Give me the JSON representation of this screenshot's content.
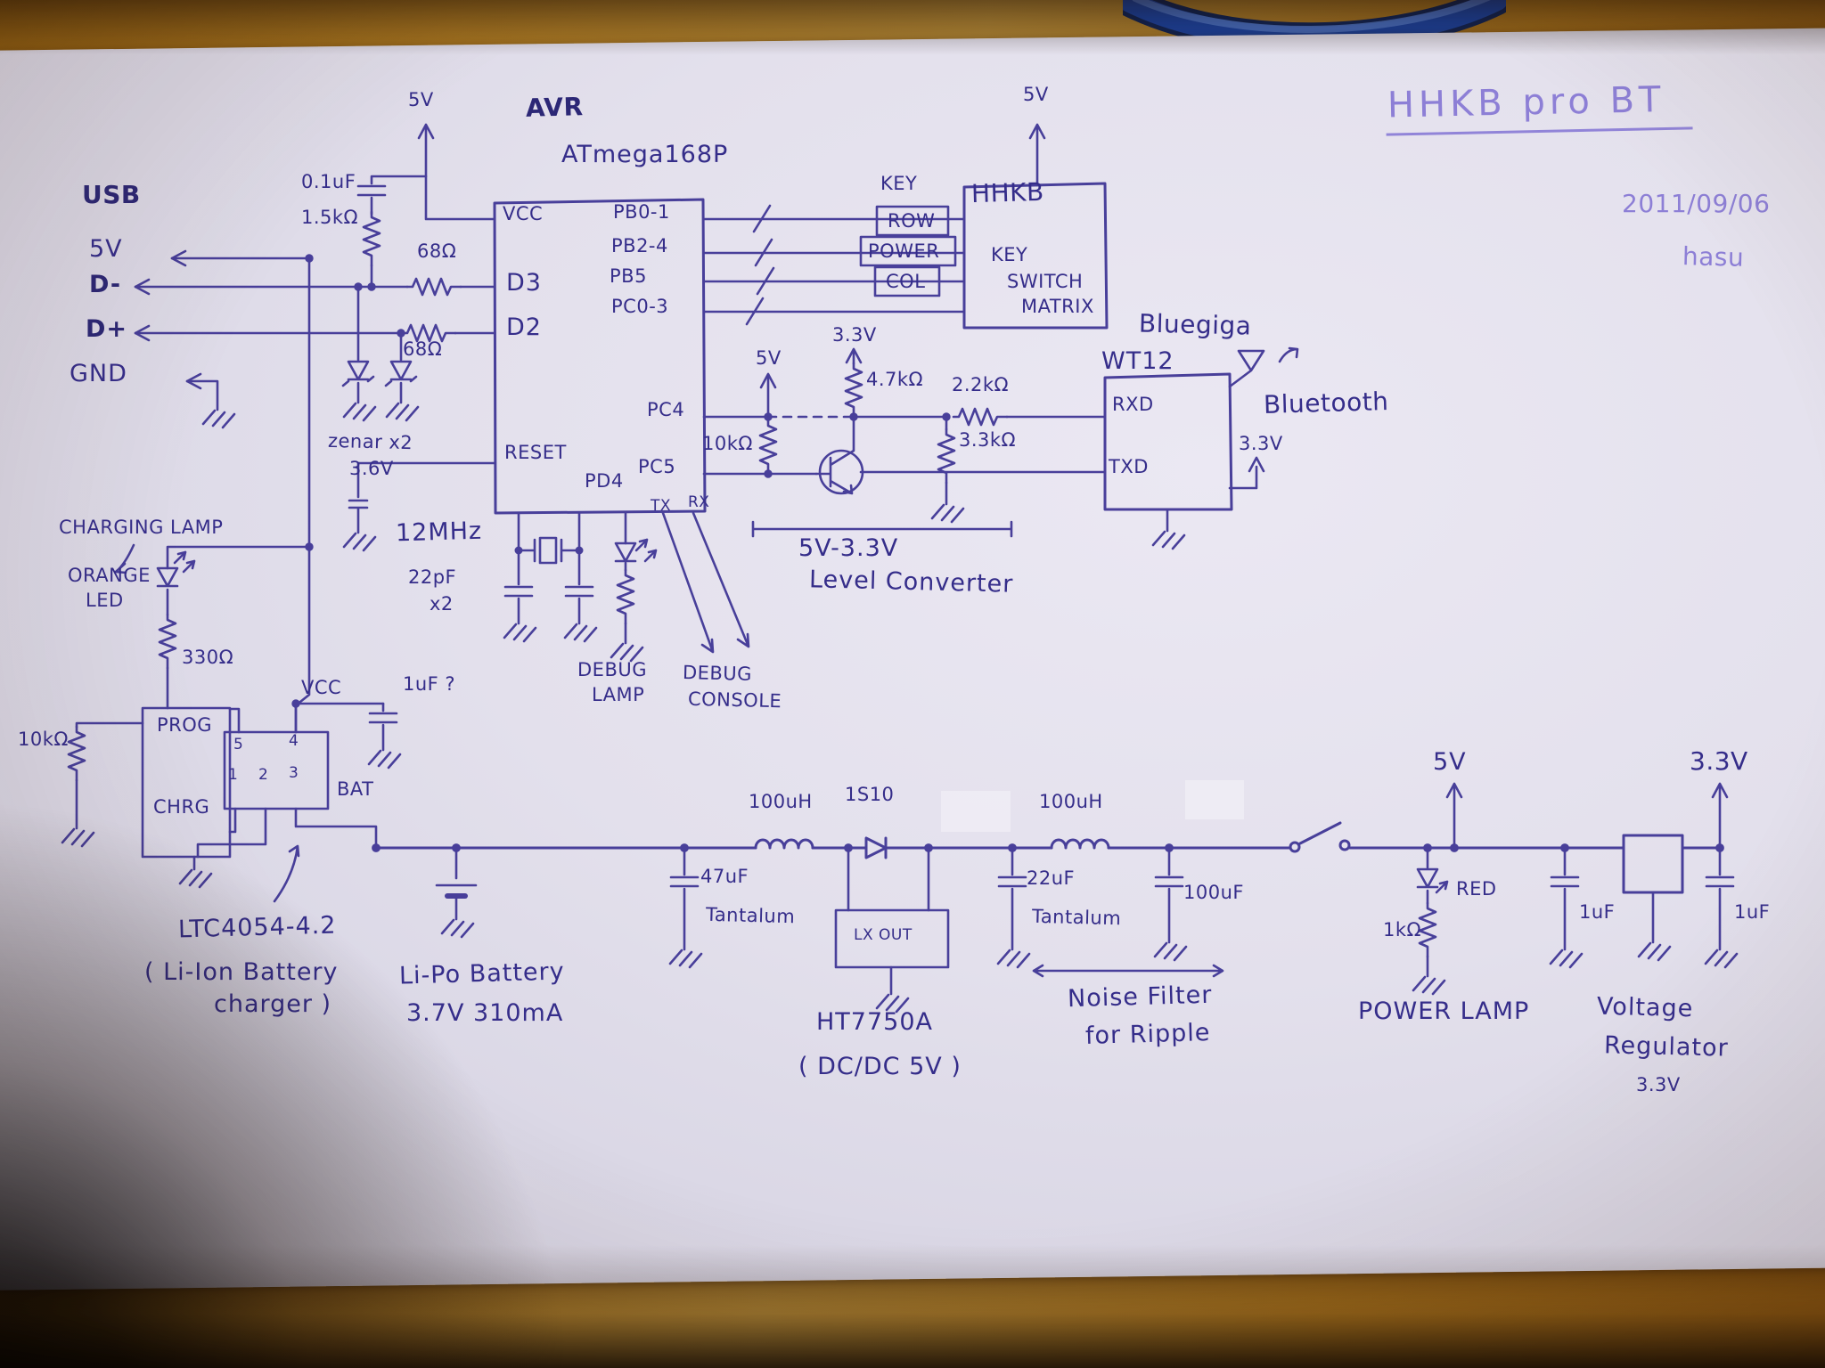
{
  "header": {
    "title": "HHKB pro BT",
    "date": "2011/09/06",
    "author": "hasu"
  },
  "usb": {
    "title": "USB",
    "v5": "5V",
    "dminus": "D-",
    "dplus": "D+",
    "gnd": "GND",
    "cap": "0.1uF",
    "pullup": "1.5kΩ",
    "r1": "68Ω",
    "r2": "68Ω",
    "zener": "zenar x2",
    "zenerv": "3.6V"
  },
  "avr": {
    "title": "AVR",
    "part": "ATmega168P",
    "v5": "5V",
    "vcc": "VCC",
    "pb01": "PB0-1",
    "pb24": "PB2-4",
    "pb5": "PB5",
    "pc03": "PC0-3",
    "d3": "D3",
    "d2": "D2",
    "reset": "RESET",
    "pd4": "PD4",
    "pc5": "PC5",
    "pc4": "PC4",
    "xtal": "12MHz",
    "xcap": "22pF",
    "xcapx": "x2"
  },
  "hhkb": {
    "v5": "5V",
    "title": "HHKB",
    "key1": "KEY",
    "row": "ROW",
    "power": "POWER",
    "col": "COL",
    "key2": "KEY",
    "switch": "SWITCH",
    "matrix": "MATRIX"
  },
  "lvl": {
    "v5": "5V",
    "v33": "3.3V",
    "r47": "4.7kΩ",
    "r22": "2.2kΩ",
    "r33": "3.3kΩ",
    "r10": "10kΩ",
    "span": "5V-3.3V",
    "name": "Level Converter"
  },
  "bt": {
    "brand": "Bluegiga",
    "part": "WT12",
    "rxd": "RXD",
    "txd": "TXD",
    "bluetooth": "Bluetooth",
    "v33": "3.3V"
  },
  "debug": {
    "tx": "TX",
    "rx": "RX",
    "lamp1": "DEBUG",
    "lamp2": "LAMP",
    "con1": "DEBUG",
    "con2": "CONSOLE"
  },
  "charger": {
    "lamp": "CHARGING LAMP",
    "orange": "ORANGE",
    "led": "LED",
    "r330": "330Ω",
    "r10k": "10kΩ",
    "prog": "PROG",
    "chrg": "CHRG",
    "vcc": "VCC",
    "bat": "BAT",
    "cap": "1uF ?",
    "p5": "5",
    "p4": "4",
    "p1": "1",
    "p2": "2",
    "p3": "3",
    "part": "LTC4054-4.2",
    "desc1": "( Li-Ion Battery",
    "desc2": "charger )"
  },
  "battery": {
    "name": "Li-Po Battery",
    "spec": "3.7V 310mA"
  },
  "dcdc": {
    "l1": "100uH",
    "d1": "1S10",
    "l2": "100uH",
    "c47": "47uF",
    "tant1": "Tantalum",
    "lxout": "LX OUT",
    "c22": "22uF",
    "tant2": "Tantalum",
    "c100": "100uF",
    "part": "HT7750A",
    "desc": "( DC/DC 5V )",
    "nf1": "Noise Filter",
    "nf2": "for Ripple"
  },
  "power": {
    "v5": "5V",
    "v33": "3.3V",
    "red": "RED",
    "r1k": "1kΩ",
    "c1": "1uF",
    "c2": "1uF",
    "lamp": "POWER LAMP",
    "reg1": "Voltage",
    "reg2": "Regulator",
    "reg3": "3.3V"
  },
  "colors": {
    "ink": "#3a3192",
    "light_ink": "#8d7fd6",
    "paper": "#e3e0ec",
    "wood": "#bb8526"
  }
}
